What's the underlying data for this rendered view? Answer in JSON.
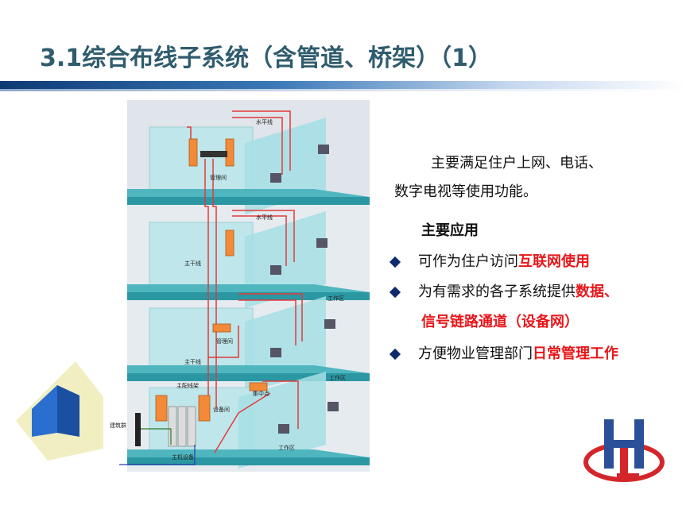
{
  "slide": {
    "title": "3.1综合布线子系统（含管道、桥架）（1）"
  },
  "diagram": {
    "labels": {
      "horizontal1": "水平线",
      "horizontal2": "水平线",
      "mgmt1": "管理间",
      "mgmt2": "管理间",
      "trunk1": "主干线",
      "trunk2": "主干线",
      "workarea1": "工作区",
      "workarea2": "工作区",
      "workarea3": "工作区",
      "main_frame": "主配线架",
      "equipment_room": "设备间",
      "concentration": "集中点",
      "host_equipment": "主机设备",
      "building_group": "建筑群"
    }
  },
  "content": {
    "intro_line1": "主要满足住户上网、电话、",
    "intro_line2": "数字电视等使用功能。",
    "section_head": "主要应用",
    "bullet1_plain": "可作为住户访问",
    "bullet1_red": "互联网使用",
    "bullet2_plain": "为有需求的各子系统提供",
    "bullet2_red": "数据、",
    "bullet2_cont_red": "信号链路通道（设备网）",
    "bullet3_plain": "方便物业管理部门",
    "bullet3_red": "日常管理工作"
  },
  "colors": {
    "title": "#2f5c6e",
    "accent_red": "#e8161a",
    "bullet": "#0e2a6b",
    "floor": "#4fb6bf",
    "cable": "#e23a3a",
    "panel": "#f28a3a"
  }
}
